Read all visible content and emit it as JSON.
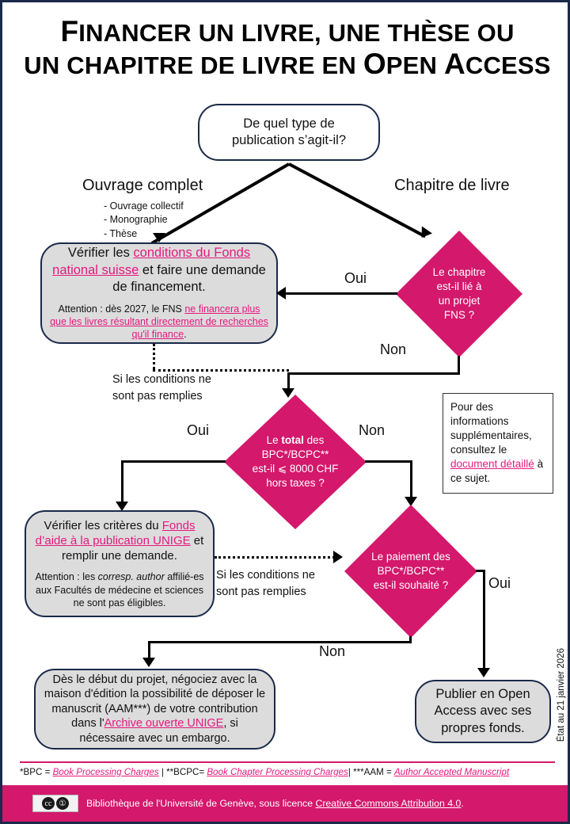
{
  "title": {
    "line1_a": "F",
    "line1_b": "INANCER UN LIVRE, UNE THÈSE OU",
    "line2_a": "UN CHAPITRE DE LIVRE EN ",
    "line2_b": "O",
    "line2_c": "PEN ",
    "line2_d": "A",
    "line2_e": "CCESS"
  },
  "colors": {
    "magenta": "#d4186c",
    "link_pink": "#e5197f",
    "navy_border": "#1b2a4a",
    "box_gray": "#dcdcdc"
  },
  "start": {
    "line1": "De quel type de",
    "line2": "publication s’agit-il?"
  },
  "branches": {
    "left_label": "Ouvrage complet",
    "left_items": [
      "-  Ouvrage collectif",
      "-  Monographie",
      "-  Thèse"
    ],
    "right_label": "Chapitre de livre"
  },
  "fns_box": {
    "main_pre": "Vérifier les ",
    "main_link": "conditions du Fonds national suisse",
    "main_post": " et faire une demande de financement.",
    "note_pre": "Attention : dès 2027, le FNS ",
    "note_link": "ne financera plus que les livres  résultant directement de recherches qu'il finance",
    "note_post": "."
  },
  "diamond_fns": {
    "l1": "Le chapitre",
    "l2": "est-il lié à",
    "l3": "un projet",
    "l4": "FNS ?",
    "yes_label": "Oui",
    "no_label": "Non"
  },
  "diamond_total": {
    "l1_a": "Le ",
    "l1_b": "total",
    "l1_c": " des",
    "l2": "BPC*/BCPC**",
    "l3": "est-il ⩽ 8000 CHF",
    "l4": "hors taxes ?",
    "yes_label": "Oui",
    "no_label": "Non"
  },
  "diamond_payment": {
    "l1": "Le paiement des",
    "l2": "BPC*/BCPC**",
    "l3": "est-il souhaité ?",
    "yes_label": "Oui",
    "no_label": "Non"
  },
  "dotted_label_1": {
    "l1": "Si les conditions ne",
    "l2": "sont pas remplies"
  },
  "dotted_label_2": {
    "l1": "Si les conditions ne",
    "l2": "sont pas remplies"
  },
  "info_box": {
    "pre": "Pour des informations supplémentaires, consultez le ",
    "link": "document détaillé",
    "post": " à ce sujet."
  },
  "unige_box": {
    "main_pre": "Vérifier les critères du ",
    "main_link": "Fonds d’aide à la publication UNIGE",
    "main_post": " et remplir une demande.",
    "note_pre": "Attention : les ",
    "note_italic": "corresp. author",
    "note_post": " affilié-es aux Facultés de médecine et sciences ne sont pas éligibles."
  },
  "aam_box": {
    "pre": "Dès le début du projet, négociez avec la maison d'édition la possibilité de déposer le manuscrit  (AAM***) de votre contribution dans l'",
    "link": "Archive ouverte UNIGE",
    "post": ", si nécessaire avec un embargo."
  },
  "publish_box": {
    "l1": "Publier en Open",
    "l2": "Access avec ses",
    "l3": "propres fonds."
  },
  "vertical_date": "État au 21 janvier 2026",
  "footnotes": {
    "bpc_key": "*BPC = ",
    "bpc_val": "Book Processing Charges",
    "sep1": "  |  ",
    "bcpc_key": "**BCPC= ",
    "bcpc_val": "Book Chapter Processing Charges",
    "sep2": "|  ",
    "aam_key": "***AAM = ",
    "aam_val": "Author Accepted Manuscript"
  },
  "footer": {
    "pre": "Bibliothèque de l'Université de Genève, sous licence ",
    "link": "Creative Commons Attribution 4.0",
    "post": ".",
    "cc_mark": "cc",
    "by_mark": "①"
  }
}
